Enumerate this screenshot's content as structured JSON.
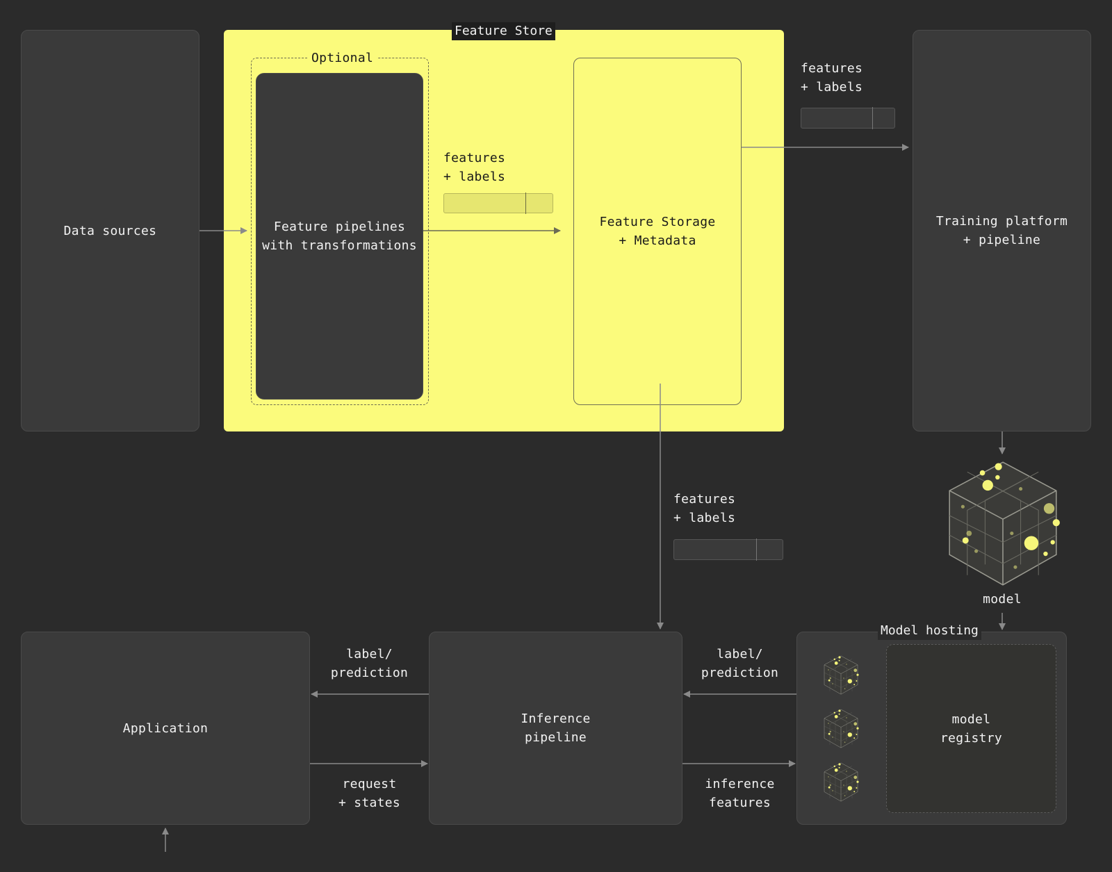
{
  "nodes": {
    "data_sources": "Data sources",
    "feature_store": "Feature Store",
    "optional": "Optional",
    "feature_pipelines": "Feature pipelines\nwith transformations",
    "feature_storage": "Feature Storage\n+ Metadata",
    "training_platform": "Training platform\n+ pipeline",
    "model": "model",
    "model_hosting": "Model hosting",
    "model_registry": "model\nregistry",
    "application": "Application",
    "inference_pipeline": "Inference\npipeline"
  },
  "edges": {
    "pipelines_to_storage": "features\n+ labels",
    "storage_to_training": "features\n+ labels",
    "storage_to_inference": "features\n+ labels",
    "inference_to_app": "label/\nprediction",
    "hosting_to_inference": "label/\nprediction",
    "app_to_inference": "request\n+ states",
    "inference_to_hosting": "inference\nfeatures"
  },
  "colors": {
    "background": "#2b2b2b",
    "box": "#3a3a3a",
    "accent_yellow": "#fbfb7c",
    "connector": "#8a8a8a",
    "text": "#f2f2f2"
  }
}
